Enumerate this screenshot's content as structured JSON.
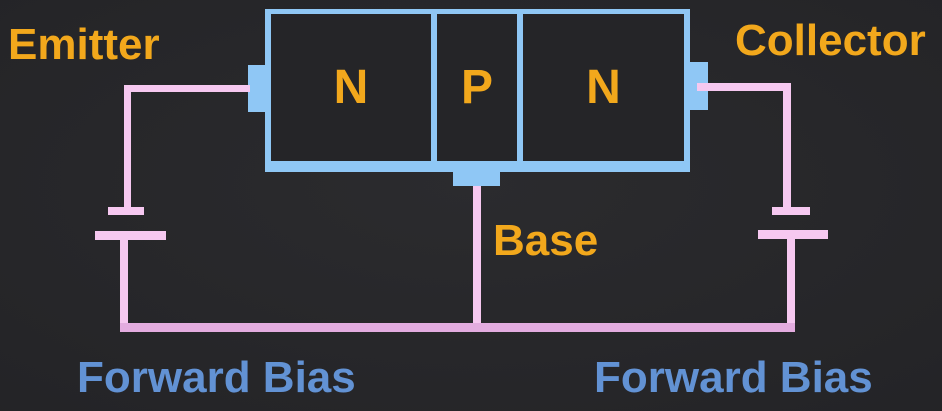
{
  "colors": {
    "background": "#242427",
    "semiconductor-blue": "#8FC7F5",
    "box-fill-dark": "#252528",
    "label-orange": "#F2A81C",
    "wire-pink": "#F6C8F0",
    "wire-pink-dim": "#E3ACDF",
    "bias-blue": "#6292D4"
  },
  "labels": {
    "emitter": "Emitter",
    "collector": "Collector",
    "base": "Base",
    "forward_bias_left": "Forward Bias",
    "forward_bias_right": "Forward Bias"
  },
  "transistor": {
    "type": "NPN",
    "regions": [
      {
        "label": "N"
      },
      {
        "label": "P"
      },
      {
        "label": "N"
      }
    ]
  }
}
